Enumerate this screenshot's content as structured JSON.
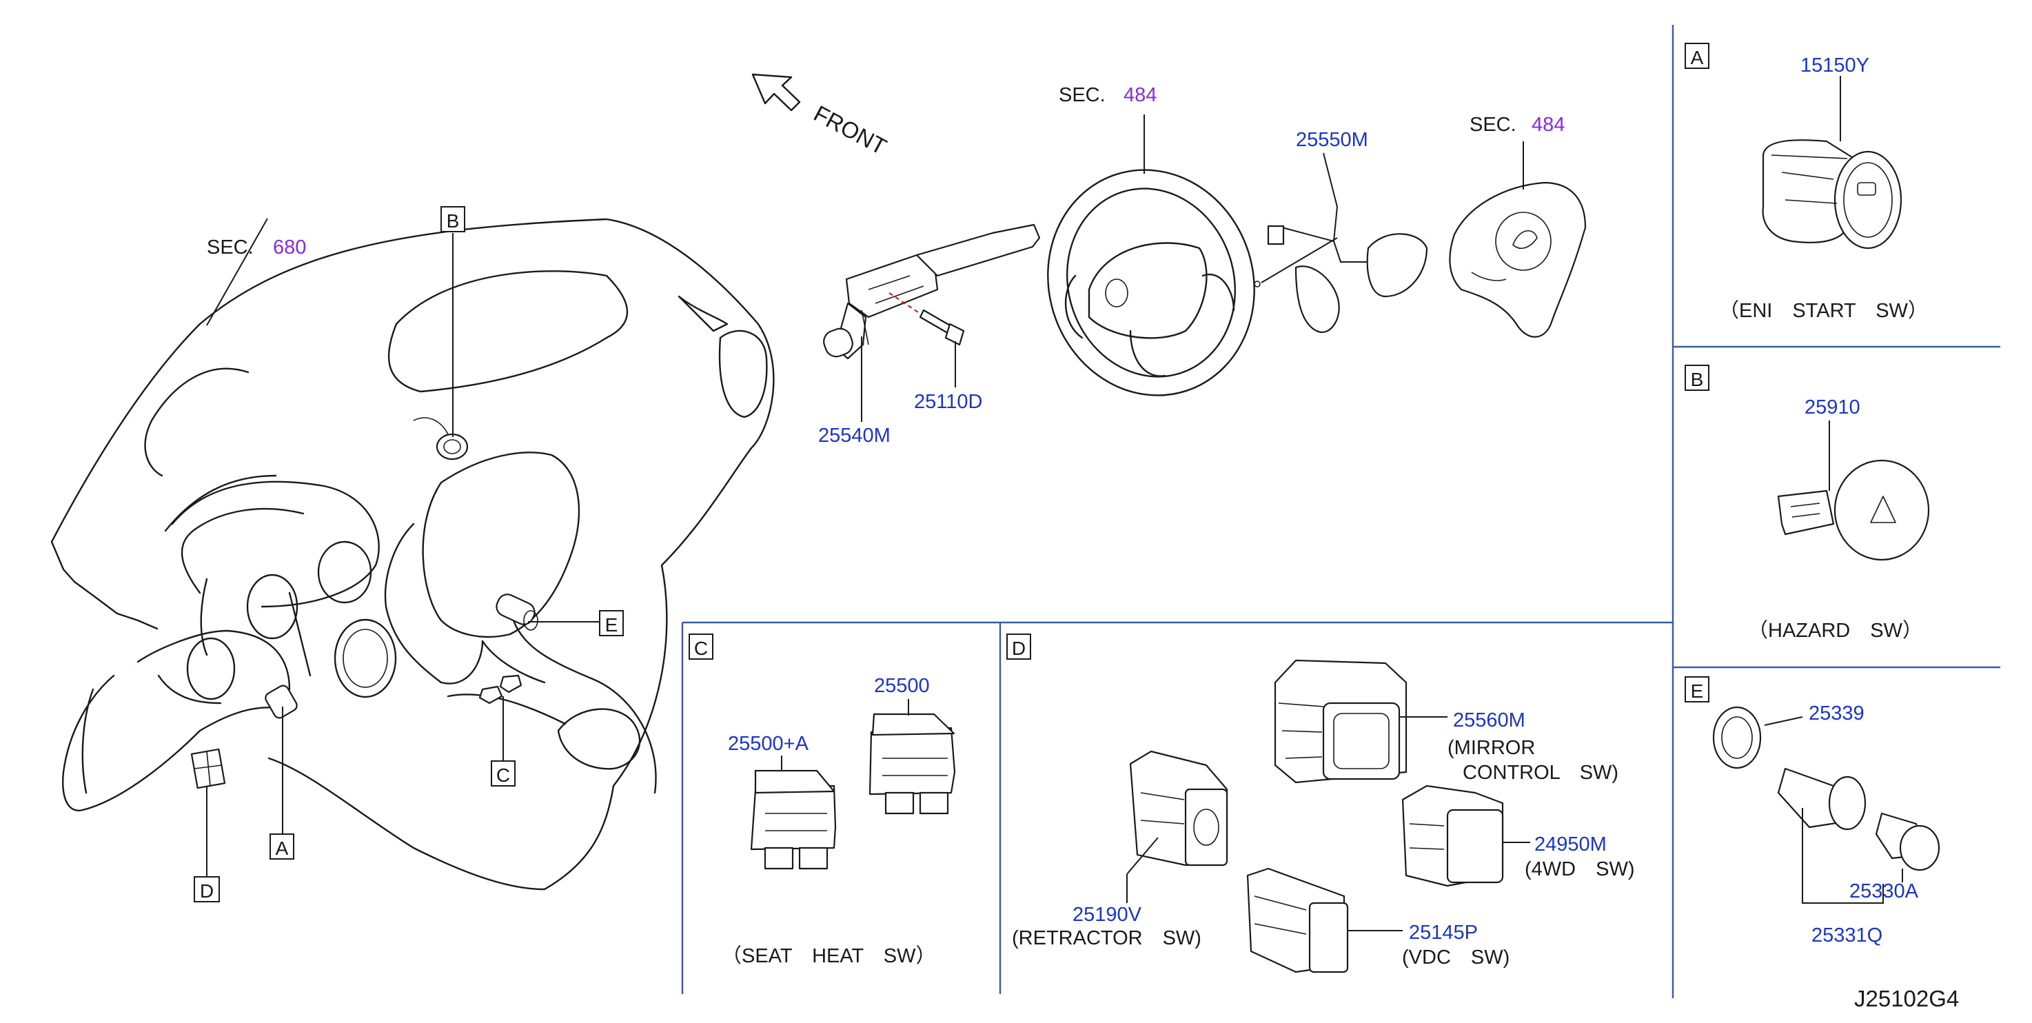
{
  "sections": {
    "sec_680": {
      "prefix": "SEC.",
      "number": "680"
    },
    "sec_484_wheel": {
      "prefix": "SEC.",
      "number": "484"
    },
    "sec_484_airbag": {
      "prefix": "SEC.",
      "number": "484"
    }
  },
  "front_label": "FRONT",
  "callouts": {
    "A": "A",
    "B": "B",
    "C": "C",
    "D": "D",
    "E": "E"
  },
  "parts": {
    "p25540M": "25540M",
    "p25110D": "25110D",
    "p25550M": "25550M",
    "p15150Y": "15150Y",
    "p25910": "25910",
    "p25500A": "25500+A",
    "p25500": "25500",
    "p25560M": "25560M",
    "p24950M": "24950M",
    "p25190V": "25190V",
    "p25145P": "25145P",
    "p25339": "25339",
    "p25330A": "25330A",
    "p25331Q": "25331Q"
  },
  "captions": {
    "eni_start": "（ENI　START　SW）",
    "hazard": "（HAZARD　SW）",
    "seat_heat": "（SEAT　HEAT　SW）",
    "mirror_1": "(MIRROR",
    "mirror_2": "CONTROL　SW)",
    "wd4": "(4WD　SW)",
    "retractor": "(RETRACTOR　SW)",
    "vdc": "(VDC　SW)"
  },
  "diagram_code": "J25102G4",
  "colors": {
    "part_number": "#1a35c9",
    "section_number": "#8a2be2",
    "panel_border": "#3b5aa0",
    "dashed_line": "#d01010"
  }
}
